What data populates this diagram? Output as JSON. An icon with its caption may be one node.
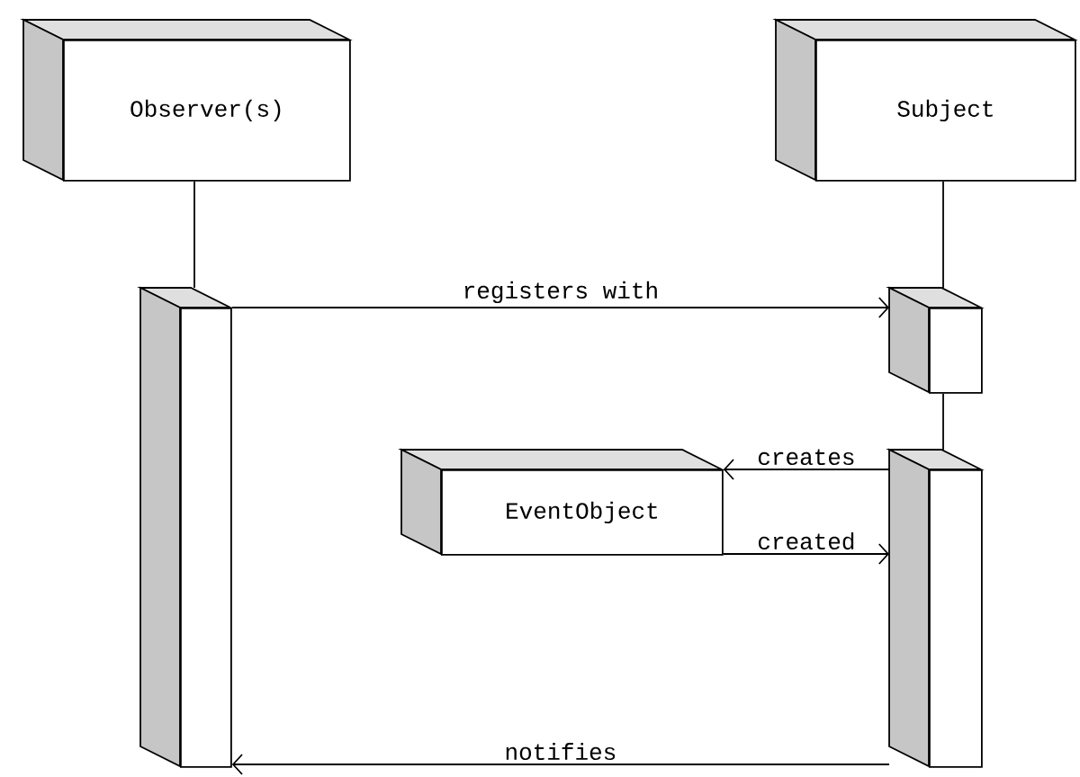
{
  "diagram": {
    "nodes": [
      {
        "text": [
          "Observer(s)"
        ]
      },
      {
        "text": [
          "Subject"
        ]
      },
      {
        "text": [],
        "shape": "bar"
      },
      {
        "text": [],
        "shape": "bar"
      },
      {
        "text": [
          "EventObject"
        ]
      },
      {
        "text": [],
        "shape": "bar"
      }
    ],
    "edges": [
      {
        "from": 0,
        "to": 2,
        "arrow": "none"
      },
      {
        "from": 1,
        "to": 3,
        "arrow": "none"
      },
      {
        "from": 3,
        "to": 5,
        "arrow": "none"
      },
      {
        "from": 2,
        "to": 3,
        "arrow": "to",
        "label": "registers with"
      },
      {
        "from": 5,
        "to": 4,
        "arrow": "to",
        "label": "creates"
      },
      {
        "from": 4,
        "to": 5,
        "arrow": "to",
        "label": "created"
      },
      {
        "from": 5,
        "to": 2,
        "arrow": "to",
        "label": "notifies"
      }
    ]
  }
}
